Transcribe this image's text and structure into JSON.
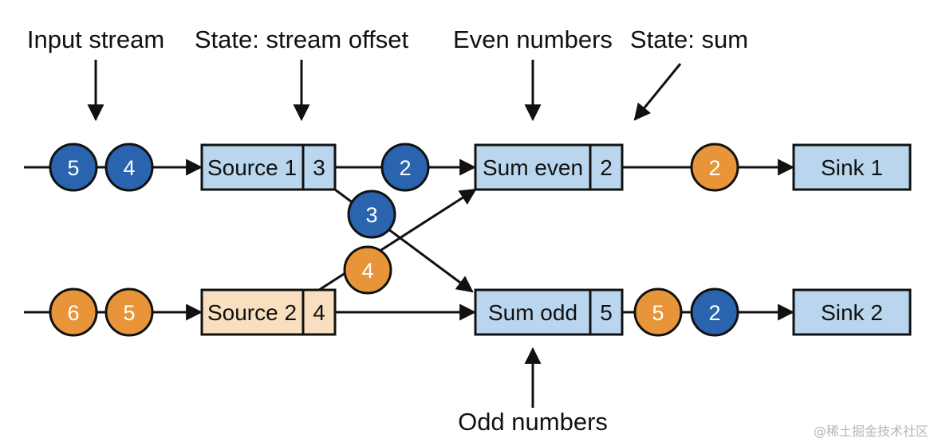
{
  "labels": {
    "input_stream": "Input stream",
    "state_offset": "State: stream offset",
    "even_numbers": "Even numbers",
    "state_sum": "State: sum",
    "odd_numbers": "Odd numbers"
  },
  "nodes": {
    "source1": {
      "name": "Source 1",
      "state": "3"
    },
    "source2": {
      "name": "Source 2",
      "state": "4"
    },
    "sum_even": {
      "name": "Sum even",
      "state": "2"
    },
    "sum_odd": {
      "name": "Sum odd",
      "state": "5"
    },
    "sink1": {
      "name": "Sink 1"
    },
    "sink2": {
      "name": "Sink 2"
    }
  },
  "tokens": {
    "input1_a": "5",
    "input1_b": "4",
    "input2_a": "6",
    "input2_b": "5",
    "s1_to_even": "2",
    "s1_to_odd": "3",
    "s2_to_even": "4",
    "even_to_sink1": "2",
    "odd_to_sink2_a": "5",
    "odd_to_sink2_b": "2"
  },
  "colors": {
    "blue_token": "#2a64ae",
    "orange_token": "#e8953a",
    "box_blue": "#b9d6ee",
    "box_peach": "#f8dfbf",
    "stroke": "#111111"
  },
  "watermark": "@稀土掘金技术社区"
}
